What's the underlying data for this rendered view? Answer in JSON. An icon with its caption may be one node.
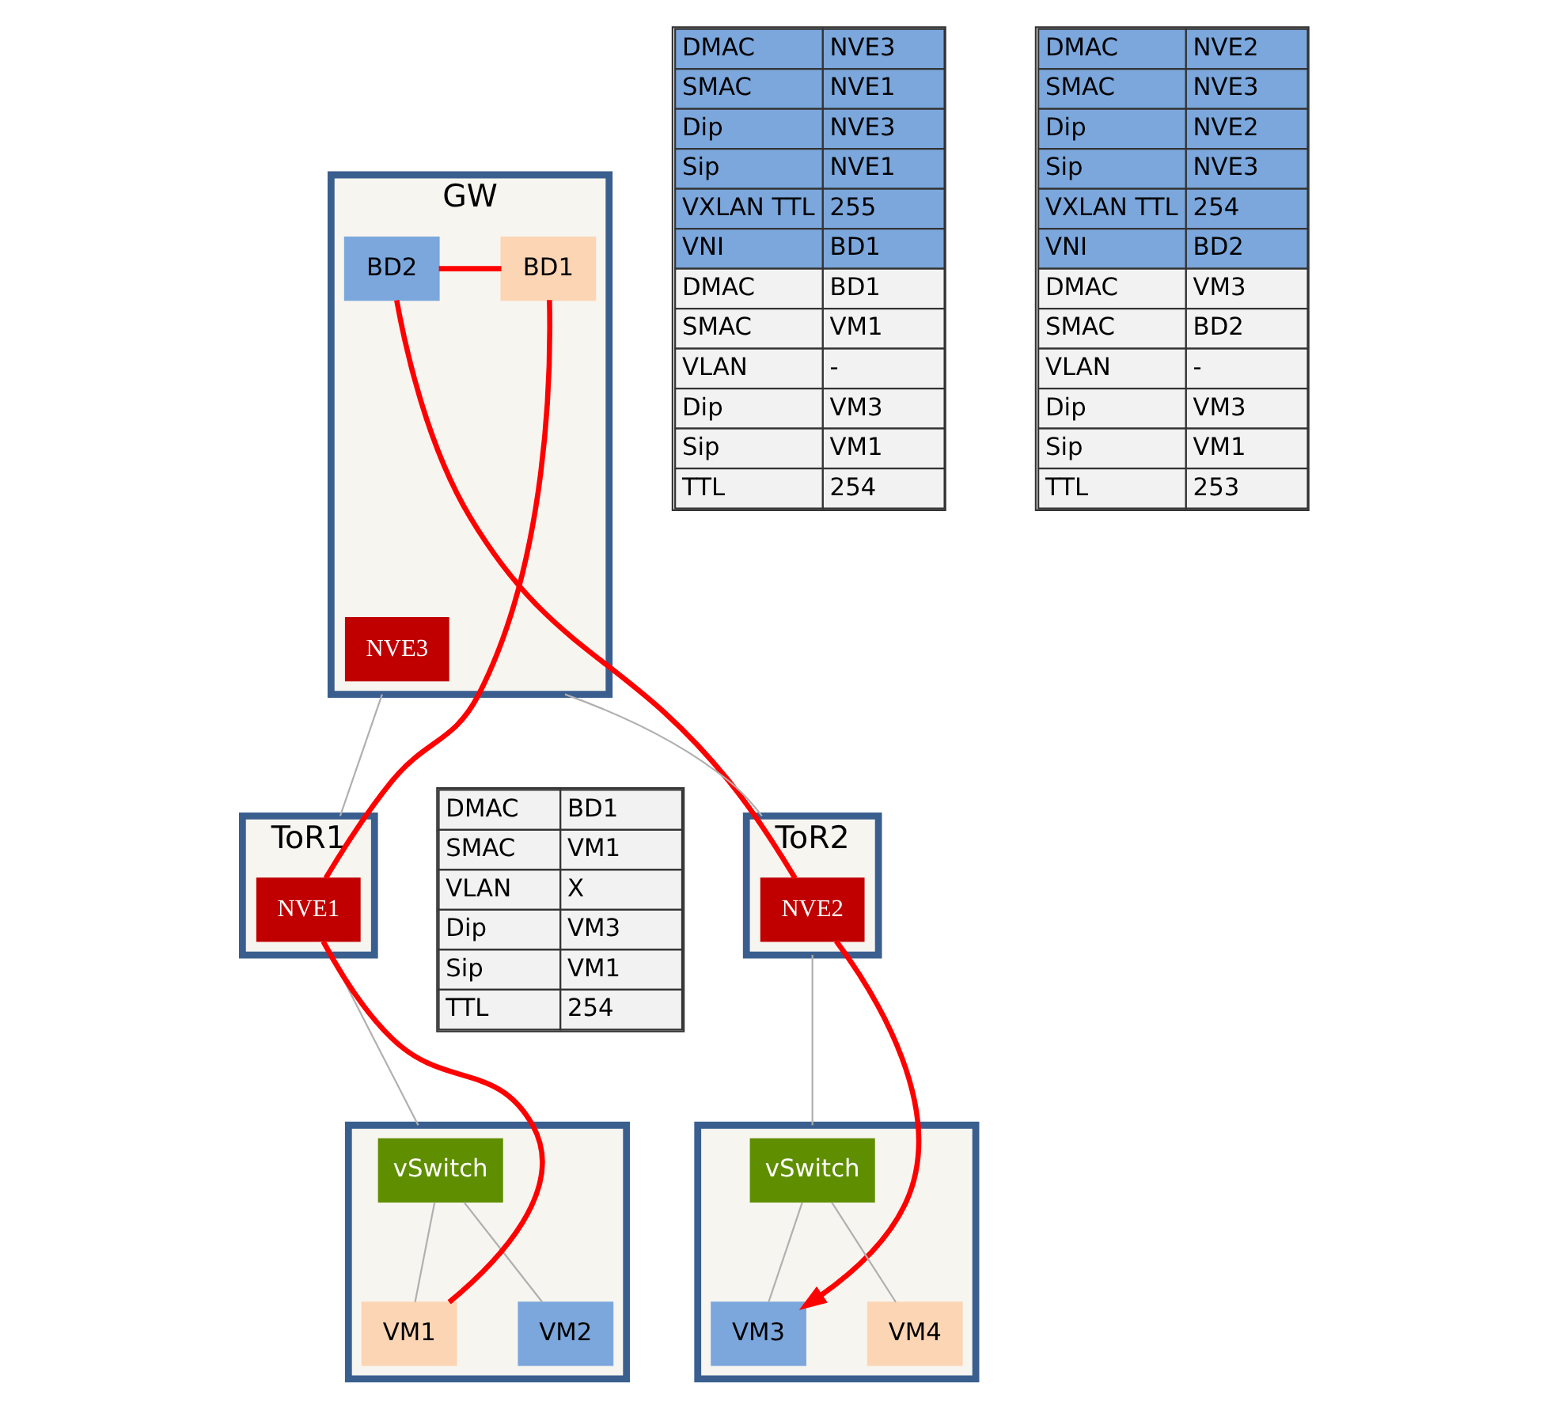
{
  "diagram": {
    "nodes": [
      {
        "text": [
          "GW"
        ]
      },
      {
        "text": [
          "BD1"
        ],
        "in": 0
      },
      {
        "text": [
          "BD2"
        ],
        "in": 0
      },
      {
        "text": [
          "NVE3"
        ],
        "in": 0
      },
      {
        "text": [
          "ToR1"
        ]
      },
      {
        "text": [
          "NVE1"
        ],
        "in": 4
      },
      {
        "text": [
          "ToR2"
        ]
      },
      {
        "text": [
          "NVE2"
        ],
        "in": 6
      },
      {
        "text": [],
        "shape": "box"
      },
      {
        "text": [
          "vSwitch"
        ],
        "in": 8
      },
      {
        "text": [
          "VM1"
        ],
        "in": 8
      },
      {
        "text": [
          "VM2"
        ],
        "in": 8
      },
      {
        "text": [],
        "shape": "box"
      },
      {
        "text": [
          "vSwitch"
        ],
        "in": 12
      },
      {
        "text": [
          "VM3"
        ],
        "in": 12
      },
      {
        "text": [
          "VM4"
        ],
        "in": 12
      }
    ],
    "edges": [
      {
        "from": 0,
        "to": 4,
        "arrow": "none"
      },
      {
        "from": 0,
        "to": 6,
        "arrow": "none"
      },
      {
        "from": 4,
        "to": 8,
        "arrow": "none"
      },
      {
        "from": 6,
        "to": 12,
        "arrow": "none"
      },
      {
        "from": 9,
        "to": 10,
        "arrow": "none"
      },
      {
        "from": 9,
        "to": 11,
        "arrow": "none"
      },
      {
        "from": 13,
        "to": 14,
        "arrow": "none"
      },
      {
        "from": 13,
        "to": 15,
        "arrow": "none"
      },
      {
        "from": 10,
        "to": 5,
        "arrow": "none",
        "style": "thick",
        "color": "#ff0000"
      },
      {
        "from": 5,
        "to": 1,
        "arrow": "none",
        "style": "thick",
        "color": "#ff0000"
      },
      {
        "from": 1,
        "to": 2,
        "arrow": "none",
        "style": "thick",
        "color": "#ff0000"
      },
      {
        "from": 2,
        "to": 7,
        "arrow": "none",
        "style": "thick",
        "color": "#ff0000"
      },
      {
        "from": 7,
        "to": 14,
        "arrow": "to",
        "style": "thick",
        "color": "#ff0000"
      }
    ],
    "labels": [
      "DMAC",
      "NVE3",
      "SMAC",
      "NVE1",
      "Dip",
      "NVE3",
      "Sip",
      "NVE1",
      "VXLAN TTL",
      "255",
      "VNI",
      "BD1",
      "DMAC",
      "BD1",
      "SMAC",
      "VM1",
      "VLAN",
      "-",
      "Dip",
      "VM3",
      "Sip",
      "VM1",
      "TTL",
      "254",
      "DMAC",
      "NVE2",
      "SMAC",
      "NVE3",
      "Dip",
      "NVE2",
      "Sip",
      "NVE3",
      "VXLAN TTL",
      "254",
      "VNI",
      "BD2",
      "DMAC",
      "VM3",
      "SMAC",
      "BD2",
      "VLAN",
      "-",
      "Dip",
      "VM3",
      "Sip",
      "VM1",
      "TTL",
      "253",
      "DMAC",
      "BD1",
      "SMAC",
      "VM1",
      "VLAN",
      "X",
      "Dip",
      "VM3",
      "Sip",
      "VM1",
      "TTL",
      "254"
    ]
  }
}
